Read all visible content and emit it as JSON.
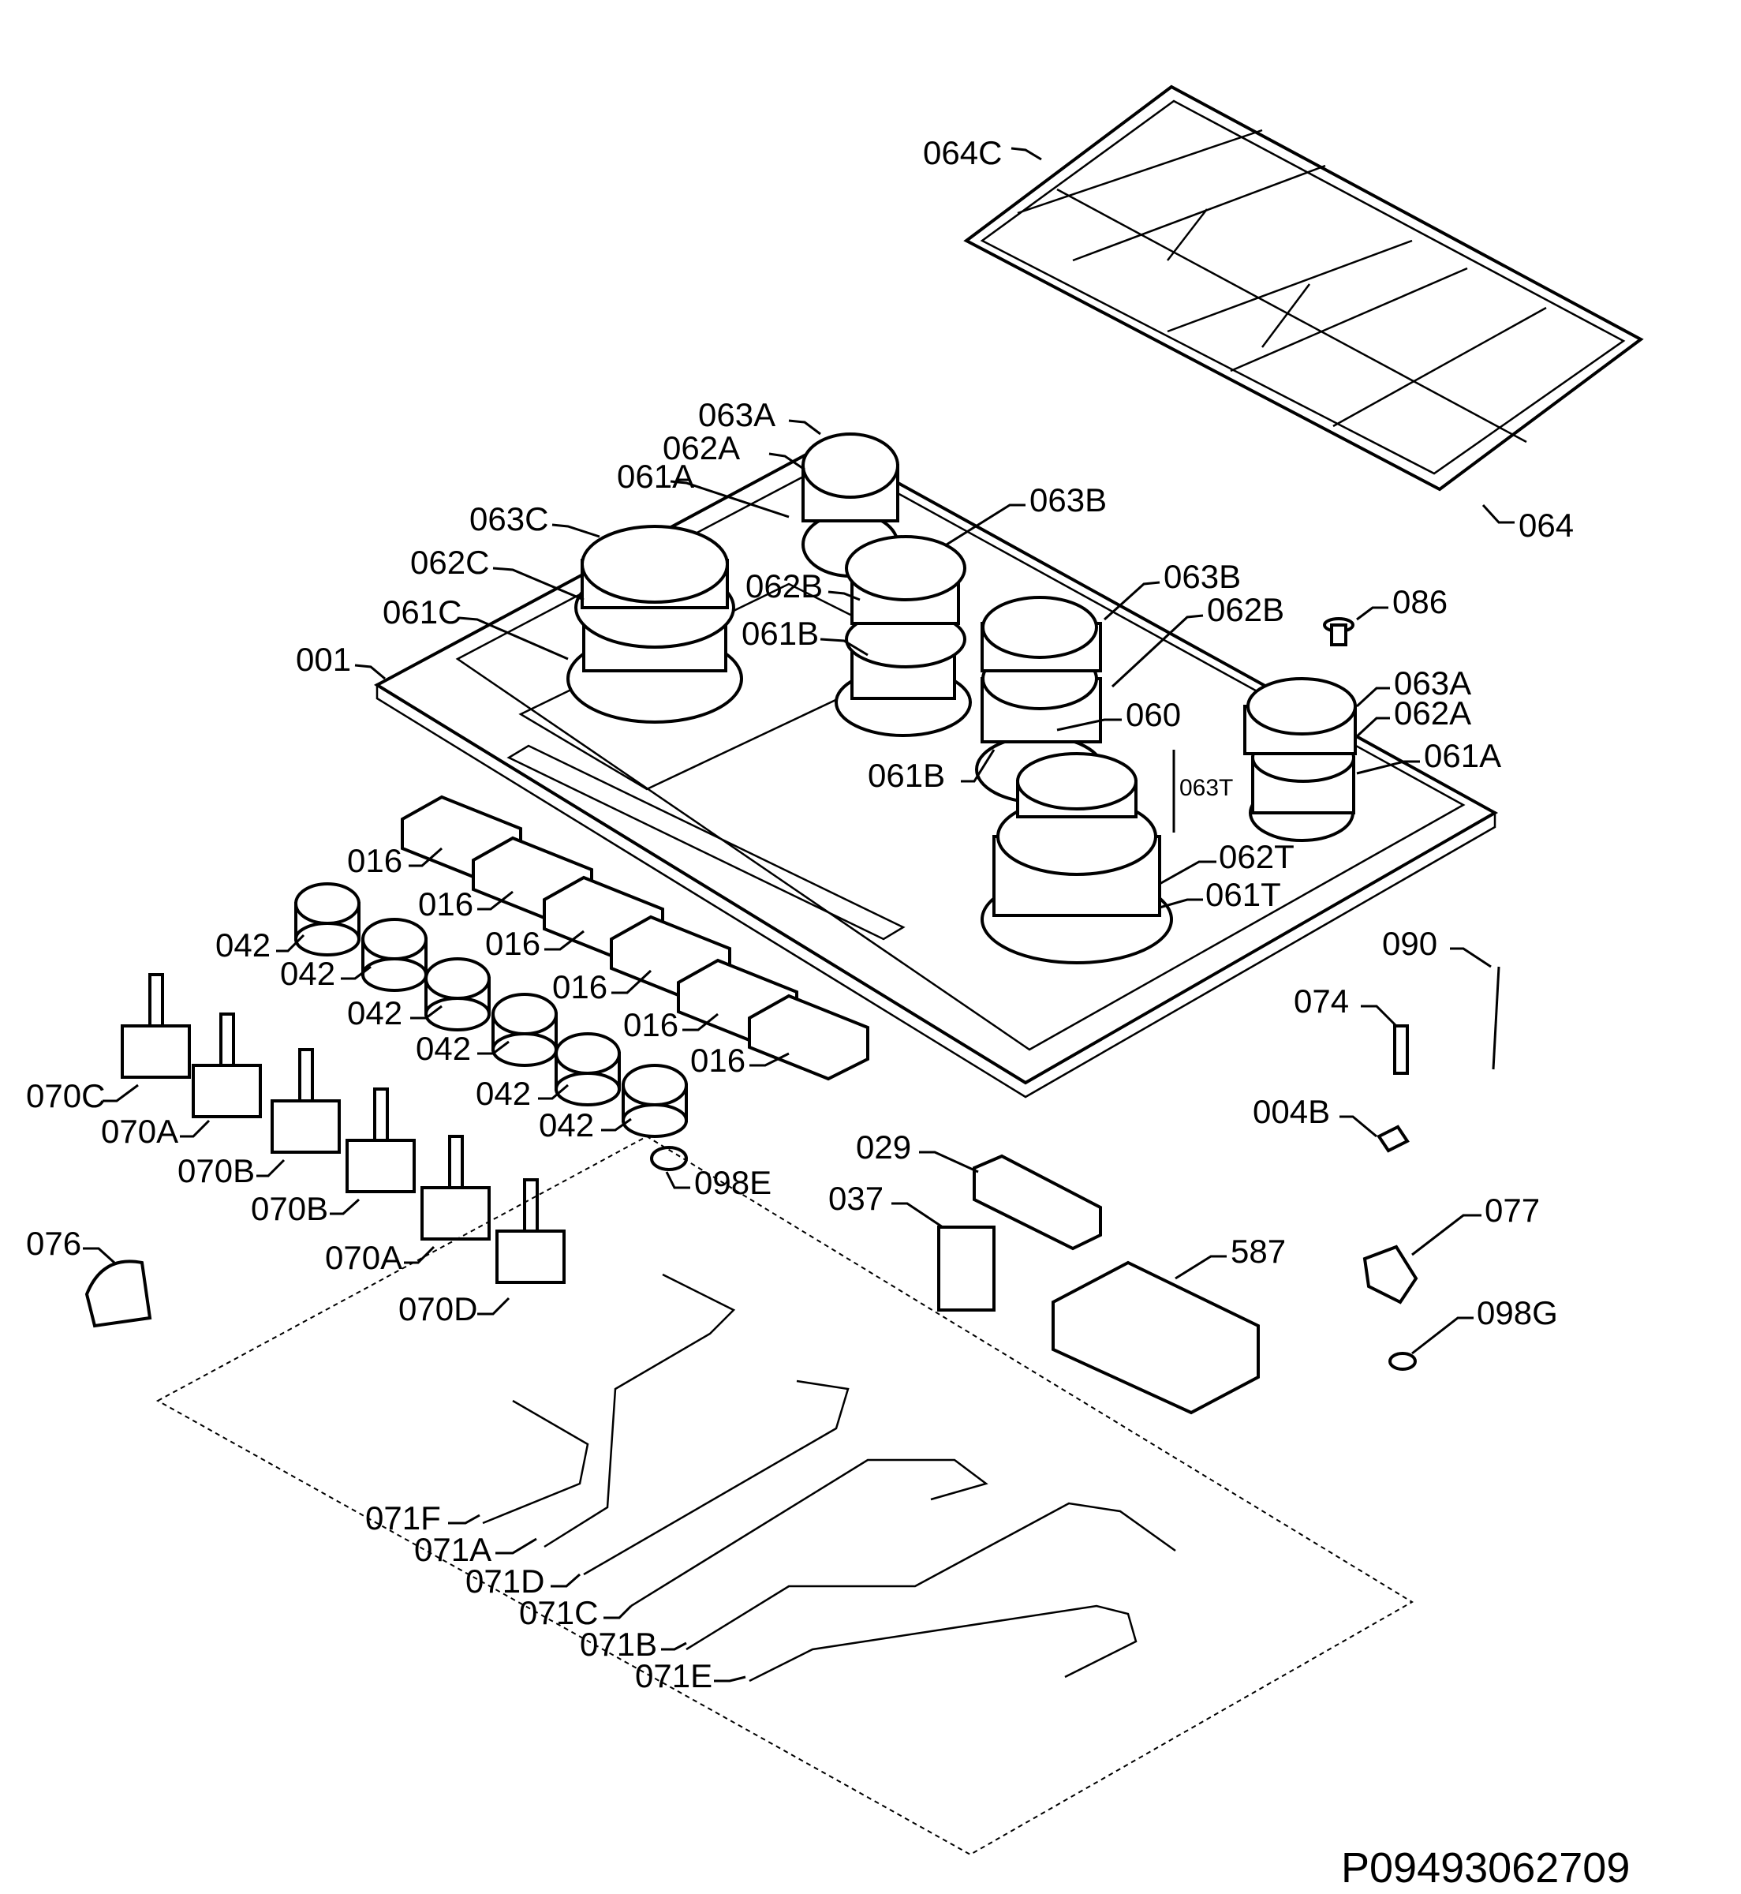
{
  "labels": {
    "l064C": "064C",
    "l064": "064",
    "l063A_top": "063A",
    "l062A_top": "062A",
    "l061A_top": "061A",
    "l063C": "063C",
    "l062C": "062C",
    "l061C": "061C",
    "l001": "001",
    "l063B_a": "063B",
    "l062B_a": "062B",
    "l061B_a": "061B",
    "l063B_b": "063B",
    "l062B_b": "062B",
    "l086": "086",
    "l060": "060",
    "l061B_b": "061B",
    "l063T": "063T",
    "l063A_r": "063A",
    "l062A_r": "062A",
    "l061A_r": "061A",
    "l062T": "062T",
    "l061T": "061T",
    "l016_1": "016",
    "l016_2": "016",
    "l016_3": "016",
    "l016_4": "016",
    "l016_5": "016",
    "l016_6": "016",
    "l042_1": "042",
    "l042_2": "042",
    "l042_3": "042",
    "l042_4": "042",
    "l042_5": "042",
    "l042_6": "042",
    "l070C": "070C",
    "l070A_1": "070A",
    "l070B_1": "070B",
    "l070B_2": "070B",
    "l070A_2": "070A",
    "l070D": "070D",
    "l076": "076",
    "l098E": "098E",
    "l029": "029",
    "l037": "037",
    "l587": "587",
    "l090": "090",
    "l074": "074",
    "l004B": "004B",
    "l077": "077",
    "l098G": "098G",
    "l071F": "071F",
    "l071A": "071A",
    "l071D": "071D",
    "l071C": "071C",
    "l071B": "071B",
    "l071E": "071E"
  },
  "drawing_code": "P09493062709"
}
